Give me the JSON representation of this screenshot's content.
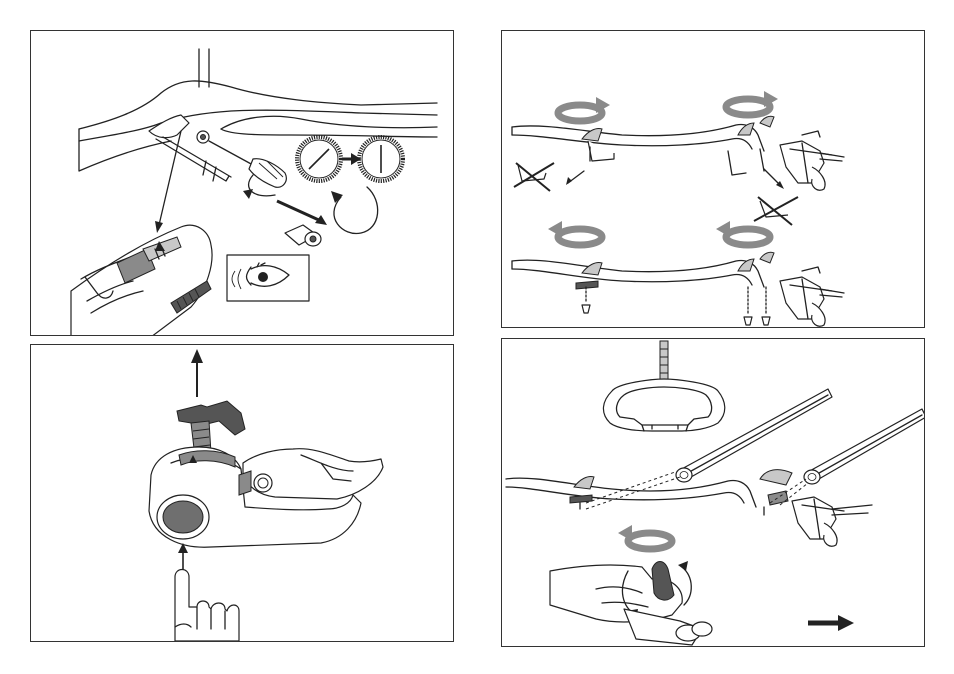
{
  "colors": {
    "background": "#ffffff",
    "line": "#222222",
    "shade": "#8a8a8a",
    "light_shade": "#c8c8c8"
  },
  "panels": [
    {
      "id": "panel-remove-lock-cylinder",
      "icons": [
        "screwdriver-icon",
        "lock-cylinder-icon",
        "slot-horizontal-icon",
        "slot-vertical-icon",
        "rotate-arrow-icon",
        "eye-inspect-icon"
      ]
    },
    {
      "id": "panel-rotate-clamps",
      "icons": [
        "rotate-arrow-icon",
        "cross-out-icon",
        "screw-icon"
      ]
    },
    {
      "id": "panel-press-release-knob",
      "icons": [
        "knob-icon",
        "up-arrow-icon",
        "pointing-hand-icon"
      ]
    },
    {
      "id": "panel-mount-on-bar",
      "icons": [
        "bar-profile-icon",
        "t-bolt-icon",
        "rotate-arrow-icon",
        "right-arrow-icon"
      ]
    }
  ]
}
